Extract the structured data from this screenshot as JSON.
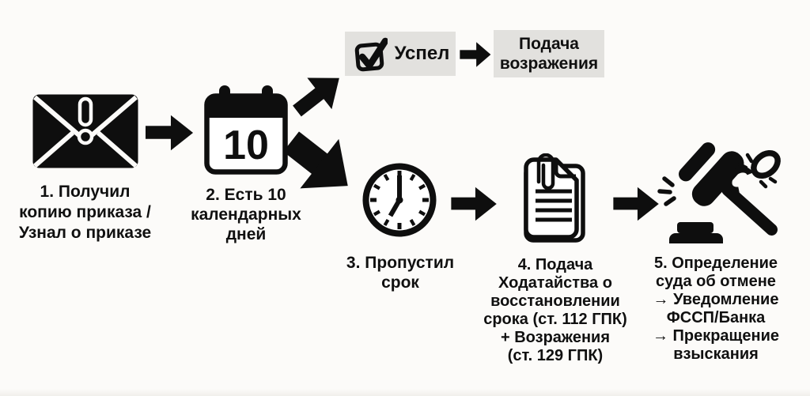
{
  "colors": {
    "background": "#fcfbf9",
    "ink": "#0e0e0e",
    "box_background": "#e2e1de"
  },
  "flow": {
    "steps": [
      {
        "icon": "envelope-alert",
        "label_lines": [
          "1. Получил",
          "копию приказа /",
          "Узнал о приказе"
        ]
      },
      {
        "icon": "calendar",
        "icon_number": "10",
        "label_lines": [
          "2. Есть 10",
          "календарных",
          "дней"
        ]
      },
      {
        "icon": "clock",
        "label_lines": [
          "3. Пропустил",
          "срок"
        ]
      },
      {
        "icon": "documents-paperclip",
        "label_lines": [
          "4. Подача",
          "Ходатайства о",
          "восстановлении",
          "срока (ст. 112 ГПК)",
          "+ Возражения",
          "(ст. 129 ГПК)"
        ]
      },
      {
        "icon": "gavel-broken-chain",
        "label_lines": [
          "5. Определение",
          "суда об отмене",
          "→ Уведомление",
          "ФССП/Банка",
          "→ Прекращение",
          "взыскания"
        ]
      }
    ],
    "success_branch": {
      "checkbox_label": "Успел",
      "result_lines": [
        "Подача",
        "возражения"
      ]
    }
  }
}
